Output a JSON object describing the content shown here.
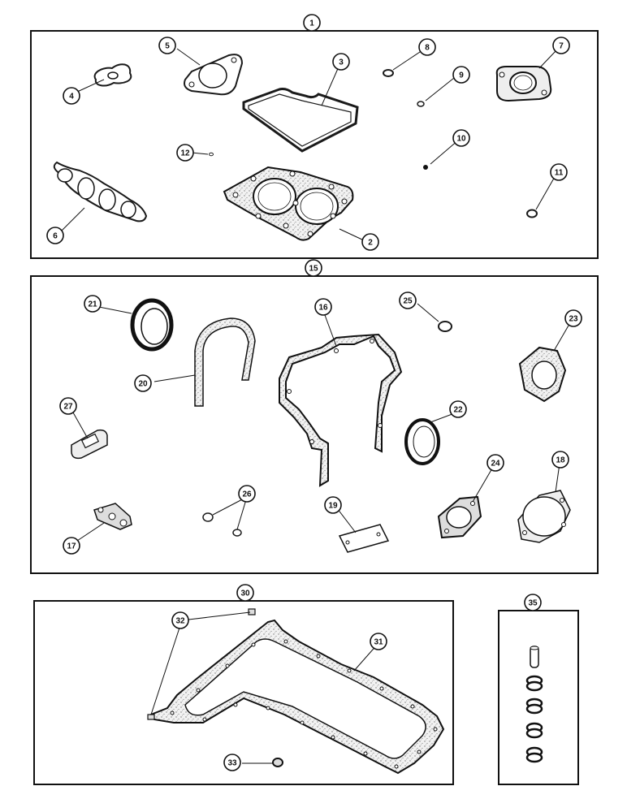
{
  "groups": [
    {
      "id": "kit-1",
      "label": "1"
    },
    {
      "id": "kit-15",
      "label": "15"
    },
    {
      "id": "kit-30",
      "label": "30"
    },
    {
      "id": "kit-35",
      "label": "35"
    }
  ],
  "callouts": [
    {
      "id": "c2",
      "label": "2"
    },
    {
      "id": "c3",
      "label": "3"
    },
    {
      "id": "c4",
      "label": "4"
    },
    {
      "id": "c5",
      "label": "5"
    },
    {
      "id": "c6",
      "label": "6"
    },
    {
      "id": "c7",
      "label": "7"
    },
    {
      "id": "c8",
      "label": "8"
    },
    {
      "id": "c9",
      "label": "9"
    },
    {
      "id": "c10",
      "label": "10"
    },
    {
      "id": "c11",
      "label": "11"
    },
    {
      "id": "c12",
      "label": "12"
    },
    {
      "id": "c16",
      "label": "16"
    },
    {
      "id": "c17",
      "label": "17"
    },
    {
      "id": "c18",
      "label": "18"
    },
    {
      "id": "c19",
      "label": "19"
    },
    {
      "id": "c20",
      "label": "20"
    },
    {
      "id": "c21",
      "label": "21"
    },
    {
      "id": "c22",
      "label": "22"
    },
    {
      "id": "c23",
      "label": "23"
    },
    {
      "id": "c24",
      "label": "24"
    },
    {
      "id": "c25",
      "label": "25"
    },
    {
      "id": "c26",
      "label": "26"
    },
    {
      "id": "c27",
      "label": "27"
    },
    {
      "id": "c31",
      "label": "31"
    },
    {
      "id": "c32",
      "label": "32"
    },
    {
      "id": "c33",
      "label": "33"
    }
  ]
}
